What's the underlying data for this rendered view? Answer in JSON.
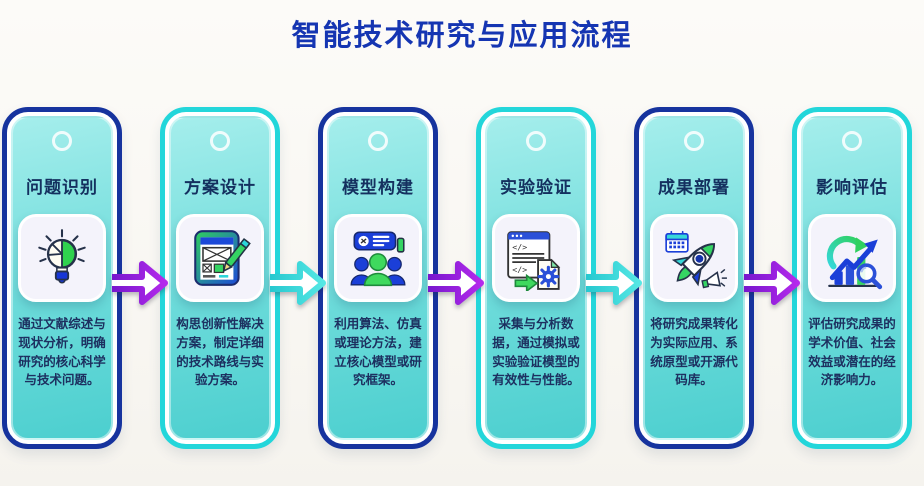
{
  "page": {
    "title": "智能技术研究与应用流程"
  },
  "colors": {
    "title": "#1535b2",
    "card_border_navy": "#16339e",
    "card_border_cyan": "#23d6da",
    "panel_gradient_top": "#a5eeec",
    "panel_gradient_bottom": "#4ccfcf",
    "arrow_purple_start": "#6d14c8",
    "arrow_purple_end": "#b42aec",
    "arrow_cyan_start": "#1fc3cc",
    "arrow_cyan_end": "#55e7e4"
  },
  "steps": [
    {
      "title": "问题识别",
      "description": "通过文献综述与现状分析，明确研究的核心科学与技术问题。",
      "icon": "lightbulb-pie-icon",
      "border": "navy",
      "arrow_after": "purple"
    },
    {
      "title": "方案设计",
      "description": "构思创新性解决方案，制定详细的技术路线与实验方案。",
      "icon": "wireframe-pencil-icon",
      "border": "cyan",
      "arrow_after": "cyan"
    },
    {
      "title": "模型构建",
      "description": "利用算法、仿真或理论方法，建立核心模型或研究框架。",
      "icon": "team-collaboration-icon",
      "border": "navy",
      "arrow_after": "purple"
    },
    {
      "title": "实验验证",
      "description": "采集与分析数据，通过模拟或实验验证模型的有效性与性能。",
      "icon": "code-gear-icon",
      "border": "cyan",
      "arrow_after": "cyan"
    },
    {
      "title": "成果部署",
      "description": "将研究成果转化为实际应用、系统原型或开源代码库。",
      "icon": "rocket-launch-icon",
      "border": "navy",
      "arrow_after": "purple"
    },
    {
      "title": "影响评估",
      "description": "评估研究成果的学术价值、社会效益或潜在的经济影响力。",
      "icon": "impact-analysis-icon",
      "border": "cyan",
      "arrow_after": null
    }
  ]
}
